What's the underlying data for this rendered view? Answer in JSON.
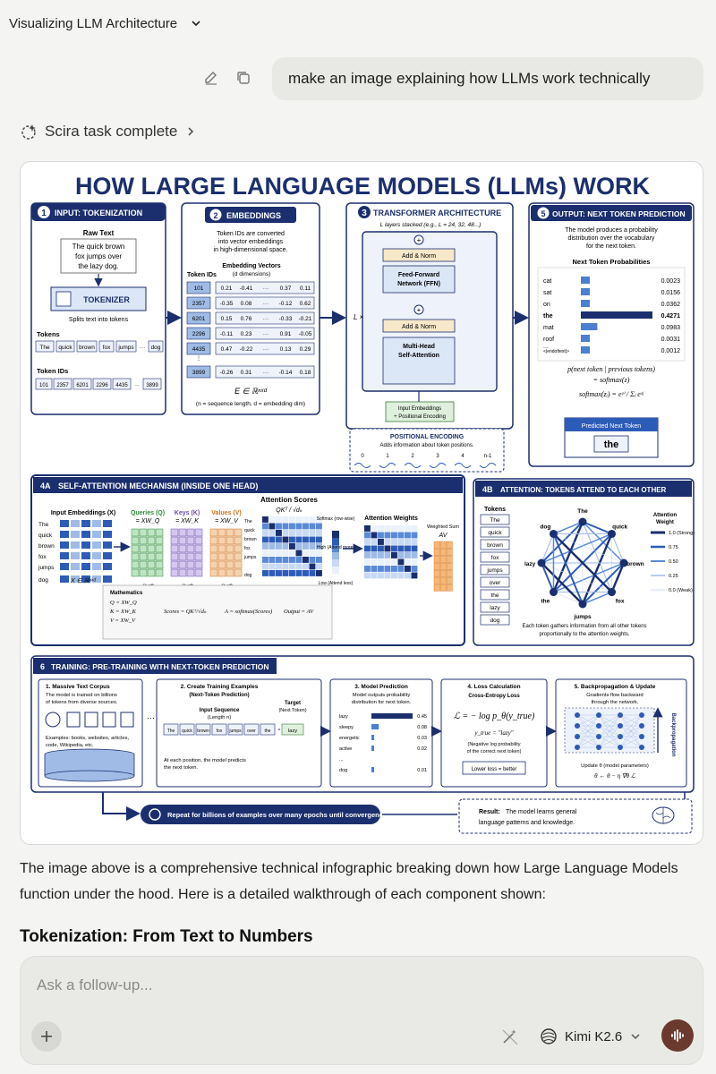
{
  "header": {
    "title": "Visualizing LLM Architecture"
  },
  "message": {
    "text": "make an image explaining how LLMs work technically"
  },
  "status": {
    "task_label": "Scira task complete"
  },
  "infographic": {
    "title": "HOW LARGE LANGUAGE MODELS (LLMs) WORK",
    "s1": {
      "title": "INPUT: TOKENIZATION",
      "raw_text": "Raw Text",
      "sample": [
        "The quick brown",
        "fox jumps over",
        "the lazy dog."
      ],
      "tokenizer": "TOKENIZER",
      "splits": "Splits text into tokens",
      "tokens_label": "Tokens",
      "tokens": [
        "The",
        "quick",
        "brown",
        "fox",
        "jumps",
        "dog"
      ],
      "ids_label": "Token IDs",
      "ids": [
        "101",
        "2357",
        "6201",
        "2296",
        "4435",
        "3899"
      ]
    },
    "s2": {
      "title": "EMBEDDINGS",
      "desc": [
        "Token IDs are converted",
        "into vector embeddings",
        "in high-dimensional space."
      ],
      "ids_label": "Token IDs",
      "vec_label": "Embedding Vectors",
      "dims": "(d dimensions)",
      "rows": [
        [
          "101",
          "0.21",
          "-0.41",
          "0.37",
          "0.11"
        ],
        [
          "2357",
          "-0.35",
          "0.08",
          "-0.12",
          "0.62"
        ],
        [
          "6201",
          "0.15",
          "0.76",
          "-0.33",
          "-0.21"
        ],
        [
          "2296",
          "-0.11",
          "0.23",
          "0.91",
          "-0.05"
        ],
        [
          "4435",
          "0.47",
          "-0.22",
          "0.13",
          "0.29"
        ],
        [
          "3899",
          "-0.26",
          "0.31",
          "-0.14",
          "0.18"
        ]
      ],
      "formula": "E ∈ ℝⁿˣᵈ",
      "note": "(n = sequence length, d = embedding dim)"
    },
    "s3": {
      "title": "TRANSFORMER ARCHITECTURE",
      "sub": "L layers stacked (e.g., L = 24, 32, 48...)",
      "add_norm": "Add & Norm",
      "ffn": [
        "Feed-Forward",
        "Network (FFN)"
      ],
      "mha": [
        "Multi-Head",
        "Self-Attention"
      ],
      "lx": "L ×",
      "input": [
        "Input Embeddings",
        "+ Positional Encoding"
      ],
      "pos_title": "POSITIONAL ENCODING",
      "pos_desc": "Adds information about token positions.",
      "pos_ticks": [
        "0",
        "1",
        "2",
        "3",
        "4",
        "n-1"
      ]
    },
    "s5": {
      "title": "OUTPUT: NEXT TOKEN PREDICTION",
      "desc": [
        "The model produces a probability",
        "distribution over the vocabulary",
        "for the next token."
      ],
      "probs_label": "Next Token Probabilities",
      "eq1": "p(next token | previous tokens)",
      "eq2": "= softmax(z)",
      "eq3": "softmax(zᵢ) = eᶻⁱ / Σⱼ eᶻʲ",
      "pred_label": "Predicted Next Token",
      "pred": "the"
    },
    "s4a": {
      "title": "SELF-ATTENTION MECHANISM (INSIDE ONE HEAD)",
      "in_label": "Input Embeddings (X)",
      "words": [
        "The",
        "quick",
        "brown",
        "fox",
        "jumps",
        "dog"
      ],
      "q": "Queries (Q)",
      "qf": "= XW_Q",
      "k": "Keys (K)",
      "kf": "= XW_K",
      "v": "Values (V)",
      "vf": "= XW_V",
      "scores": "Attention Scores",
      "scores_f": "QKᵀ / √dₖ",
      "softmax": "Softmax (row-wise)",
      "high": "High (Attend more)",
      "low": "Low (Attend less)",
      "weights": "Attention Weights",
      "wsum": "Weighted Sum",
      "av": "AV",
      "math_label": "Mathematics",
      "math": [
        "Q = XW_Q",
        "K = XW_K",
        "V = XW_V"
      ],
      "math2": "Scores = QKᵀ/√dₖ",
      "math3": "A = softmax(Scores)",
      "math4": "Output = AV",
      "xdim": "X ∈ ℝⁿˣᵈ"
    },
    "s4b": {
      "title": "ATTENTION: TOKENS ATTEND TO EACH OTHER",
      "tokens_label": "Tokens",
      "tokens": [
        "The",
        "quick",
        "brown",
        "fox",
        "jumps",
        "over",
        "the",
        "lazy",
        "dog"
      ],
      "legend_title": [
        "Attention",
        "Weight"
      ],
      "legend": [
        "1.0 (Strong)",
        "0.75",
        "0.50",
        "0.25",
        "0.0 (Weak)"
      ],
      "nodes": [
        "The",
        "quick",
        "brown",
        "fox",
        "jumps",
        "the",
        "lazy",
        "dog"
      ],
      "foot": [
        "Each token gathers information from all other tokens",
        "proportionally to the attention weights."
      ]
    },
    "s6": {
      "title": "TRAINING: PRE-TRAINING WITH NEXT-TOKEN PREDICTION",
      "c1": {
        "t": "1. Massive Text Corpus",
        "d": [
          "The model is trained on billions",
          "of tokens from diverse sources."
        ],
        "ex": [
          "Examples: books, websites, articles,",
          "code, Wikipedia, etc."
        ]
      },
      "c2": {
        "t": "2. Create Training Examples",
        "s": "(Next-Token Prediction)",
        "in": "Input Sequence",
        "len": "(Length n)",
        "target": "Target",
        "tsub": "(Next Token)",
        "toks": [
          "The",
          "quick",
          "brown",
          "fox",
          "jumps",
          "over",
          "the"
        ],
        "ans": "lazy",
        "note": [
          "At each position, the model predicts",
          "the next token."
        ]
      },
      "c3": {
        "t": "3. Model Prediction",
        "d": [
          "Model outputs probability",
          "distribution for next token."
        ],
        "rows": [
          "lazy",
          "sleepy",
          "energetic",
          "active",
          "...",
          "dog"
        ],
        "vals": [
          "0.45",
          "0.08",
          "0.03",
          "0.02",
          "",
          "0.01"
        ]
      },
      "c4": {
        "t": "4. Loss Calculation",
        "s": "Cross-Entropy Loss",
        "eq": "ℒ = − log p_θ(y_true)",
        "y": "y_true = \"lazy\"",
        "note": [
          "(Negative log probability",
          "of the correct next token)"
        ],
        "lower": "Lower loss = better"
      },
      "c5": {
        "t": "5. Backpropagation & Update",
        "d": [
          "Gradients flow backward",
          "through the network."
        ],
        "side": "Backpropagation",
        "upd": "Update θ (model parameters)",
        "eq": "θ ← θ − η ∇θ ℒ"
      },
      "repeat": "Repeat for billions of examples over many epochs until convergence.",
      "result_b": "Result:",
      "result": [
        "The model learns general",
        "language patterns and knowledge."
      ]
    }
  },
  "chart_data": {
    "type": "bar",
    "title": "Next Token Probabilities",
    "categories": [
      "cat",
      "sat",
      "on",
      "the",
      "mat",
      "roof",
      "<|endoftext|>"
    ],
    "values": [
      0.0023,
      0.0156,
      0.0362,
      0.4271,
      0.0983,
      0.0031,
      0.0012
    ],
    "highlight": "the",
    "training_prediction": {
      "categories": [
        "lazy",
        "sleepy",
        "energetic",
        "active",
        "dog"
      ],
      "values": [
        0.45,
        0.08,
        0.03,
        0.02,
        0.01
      ]
    }
  },
  "body": {
    "paragraph": "The image above is a comprehensive technical infographic breaking down how Large Language Models function under the hood. Here is a detailed walkthrough of each component shown:",
    "heading": "Tokenization: From Text to Numbers"
  },
  "composer": {
    "placeholder": "Ask a follow-up...",
    "model": "Kimi K2.6"
  },
  "colors": {
    "navy": "#1b2f6e",
    "blue": "#2d5bb8",
    "light": "#dbe6f7",
    "accent_bar": "#4a7fd1",
    "mic": "#6b3a2e"
  }
}
